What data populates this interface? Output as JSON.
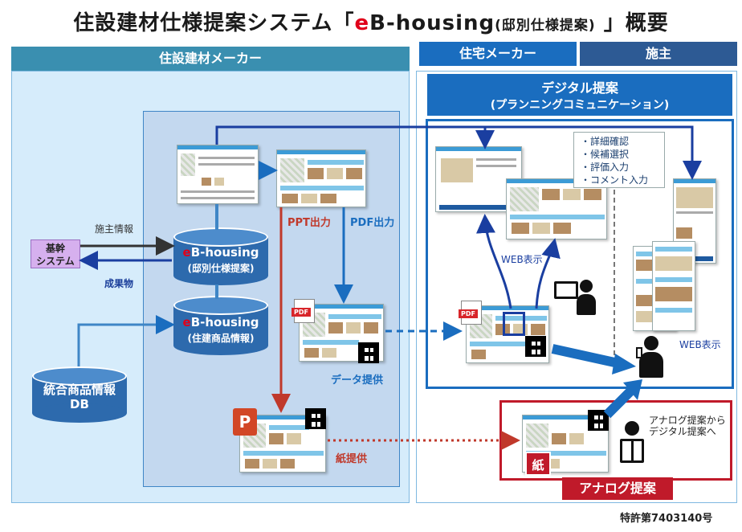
{
  "title": {
    "prefix": "住設建材仕様提案システム「",
    "e": "e",
    "brand": "B-housing",
    "paren": "(邸別仕様提案)",
    "suffix": " 」概要"
  },
  "headers": {
    "maker": "住設建材メーカー",
    "housing_maker": "住宅メーカー",
    "owner": "施主"
  },
  "digital": {
    "title": "デジタル提案",
    "subtitle": "(プランニングコミュニケーション)"
  },
  "checklist": [
    "・詳細確認",
    "・候補選択",
    "・評価入力",
    "・コメント入力"
  ],
  "labels": {
    "owner_info": "施主情報",
    "core_system": [
      "基幹",
      "システム"
    ],
    "deliverables": "成果物",
    "ppt_output": "PPT出力",
    "pdf_output": "PDF出力",
    "data_provide": "データ提供",
    "paper_provide": "紙提供",
    "web_display_1": "WEB表示",
    "web_display_2": "WEB表示",
    "paper_badge": "紙",
    "analog_to_digital": [
      "アナログ提案から",
      "デジタル提案へ"
    ],
    "analog_proposal": "アナログ提案",
    "patent": "特許第7403140号"
  },
  "db": {
    "ebh1_e": "e",
    "ebh1_brand": "B-housing",
    "ebh1_sub": "(邸別仕様提案)",
    "ebh2_e": "e",
    "ebh2_brand": "B-housing",
    "ebh2_sub": "(住建商品情報)",
    "unified_1": "統合商品情報",
    "unified_2": "DB"
  },
  "icons": {
    "pdf": "PDF"
  },
  "colors": {
    "header_teal": "#3a8fb0",
    "header_blue": "#1a6dbf",
    "header_navy": "#2d5a94",
    "arrow_red": "#c0392b",
    "arrow_blue": "#1a6dbf",
    "brand_red": "#e0001a"
  }
}
